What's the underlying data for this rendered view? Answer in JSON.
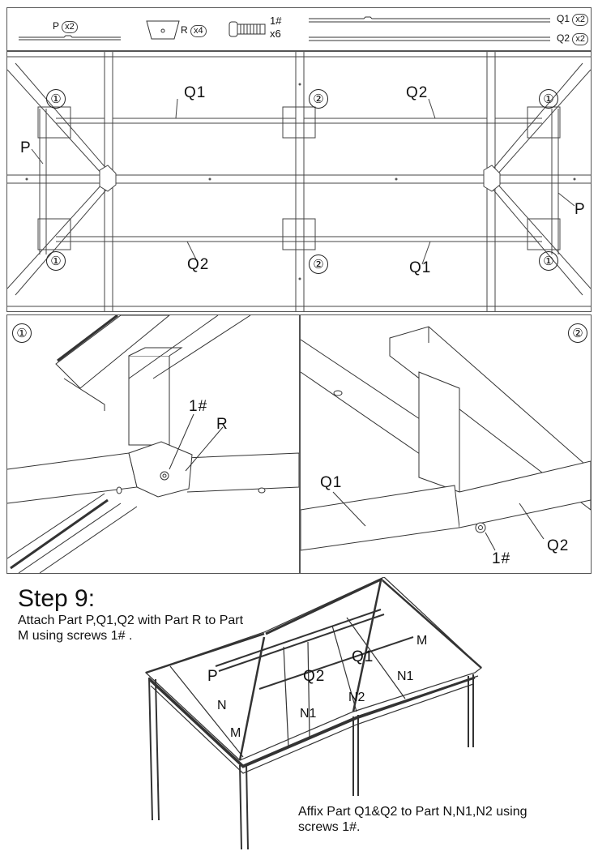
{
  "parts": {
    "p_label": "P",
    "p_qty": "x2",
    "r_label": "R",
    "r_qty": "x4",
    "screw_label": "1#",
    "screw_qty": "x6",
    "q1_label": "Q1",
    "q1_qty": "x2",
    "q2_label": "Q2",
    "q2_qty": "x2"
  },
  "plan": {
    "callout_1": "①",
    "callout_2": "②",
    "q1": "Q1",
    "q2": "Q2",
    "p": "P"
  },
  "detail1": {
    "badge": "①",
    "screw": "1#",
    "part": "R"
  },
  "detail2": {
    "badge": "②",
    "q1": "Q1",
    "q2": "Q2",
    "screw": "1#"
  },
  "step": {
    "title": "Step 9:",
    "instruction_1": "Attach Part P,Q1,Q2 with Part R to Part M using screws 1# .",
    "instruction_2": "Affix Part Q1&Q2 to Part N,N1,N2 using screws 1#.",
    "labels": {
      "p": "P",
      "q1": "Q1",
      "q2": "Q2",
      "m": "M",
      "n": "N",
      "n1": "N1",
      "n2": "N2"
    }
  }
}
